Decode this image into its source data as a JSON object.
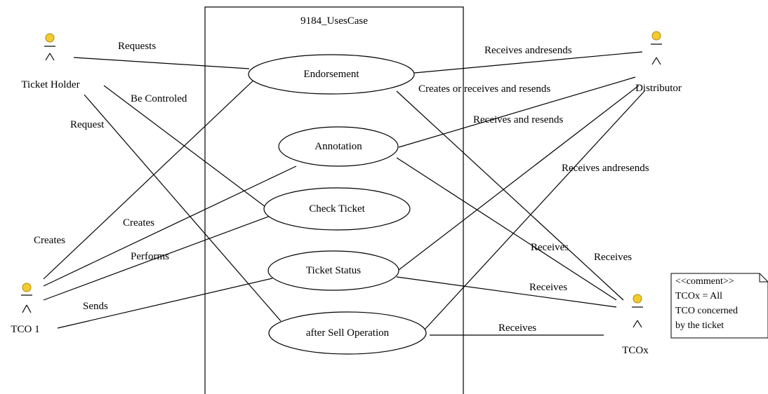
{
  "system": {
    "title": "9184_UsesCase"
  },
  "use_cases": [
    {
      "id": "endorsement",
      "label": "Endorsement"
    },
    {
      "id": "annotation",
      "label": "Annotation"
    },
    {
      "id": "check-ticket",
      "label": "Check Ticket"
    },
    {
      "id": "ticket-status",
      "label": "Ticket Status"
    },
    {
      "id": "after-sell",
      "label": "after Sell Operation"
    }
  ],
  "actors": [
    {
      "id": "ticket-holder",
      "label": "Ticket Holder"
    },
    {
      "id": "distributor",
      "label": "Distributor"
    },
    {
      "id": "tco1",
      "label": "TCO 1"
    },
    {
      "id": "tcox",
      "label": "TCOx"
    }
  ],
  "associations": [
    {
      "label": "Requests"
    },
    {
      "label": "Be Controled"
    },
    {
      "label": "Request"
    },
    {
      "label": "Receives andresends"
    },
    {
      "label": "Creates or receives and resends"
    },
    {
      "label": "Receives and resends"
    },
    {
      "label": "Receives andresends"
    },
    {
      "label": "Creates"
    },
    {
      "label": "Creates"
    },
    {
      "label": "Performs"
    },
    {
      "label": "Sends"
    },
    {
      "label": "Receives"
    },
    {
      "label": "Receives"
    },
    {
      "label": "Receives"
    },
    {
      "label": "Receives"
    }
  ],
  "note": {
    "lines": [
      "<<comment>>",
      "TCOx = All",
      "TCO concerned",
      "by the ticket"
    ]
  },
  "colors": {
    "actor_head": "#f2cc2e",
    "line": "#000000",
    "background": "#ffffff"
  }
}
